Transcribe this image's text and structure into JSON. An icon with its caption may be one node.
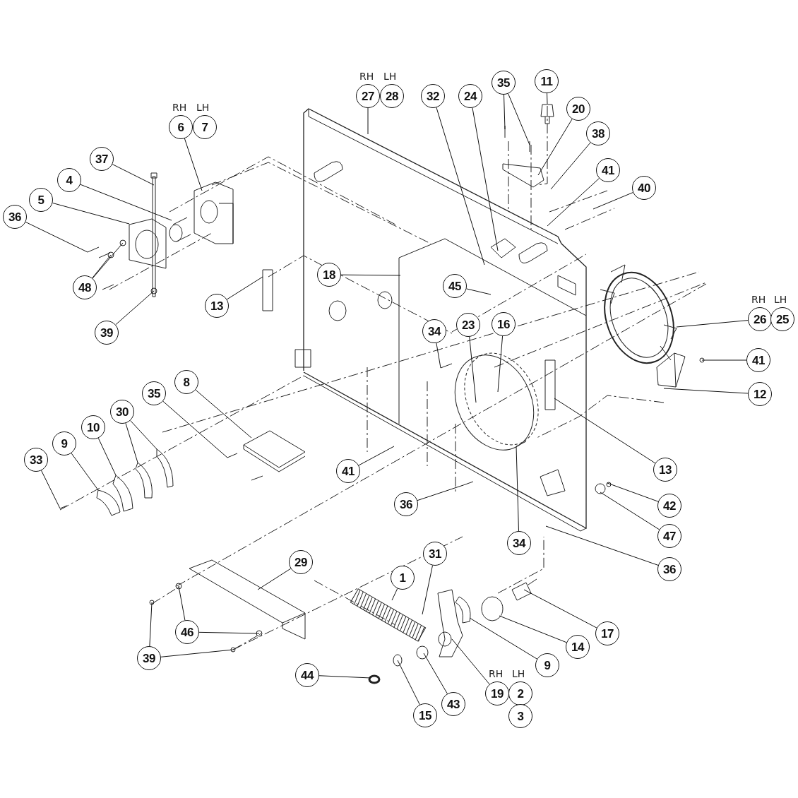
{
  "diagram": {
    "nodes": [
      {
        "text": [
          "11"
        ]
      },
      {
        "text": [
          "35"
        ]
      },
      {
        "text": [
          "27"
        ],
        "beside": [
          "RH"
        ]
      },
      {
        "text": [
          "28"
        ],
        "beside": [
          "LH"
        ]
      },
      {
        "text": [
          "32"
        ]
      },
      {
        "text": [
          "24"
        ]
      },
      {
        "text": [
          "20"
        ]
      },
      {
        "text": [
          "6"
        ],
        "beside": [
          "RH"
        ]
      },
      {
        "text": [
          "7"
        ],
        "beside": [
          "LH"
        ]
      },
      {
        "text": [
          "38"
        ]
      },
      {
        "text": [
          "37"
        ]
      },
      {
        "text": [
          "41"
        ]
      },
      {
        "text": [
          "4"
        ]
      },
      {
        "text": [
          "40"
        ]
      },
      {
        "text": [
          "5"
        ]
      },
      {
        "text": [
          "36"
        ]
      },
      {
        "text": [
          "18"
        ]
      },
      {
        "text": [
          "45"
        ]
      },
      {
        "text": [
          "48"
        ]
      },
      {
        "text": [
          "13"
        ]
      },
      {
        "text": [
          "26"
        ],
        "beside": [
          "RH"
        ]
      },
      {
        "text": [
          "25"
        ],
        "beside": [
          "LH"
        ]
      },
      {
        "text": [
          "16"
        ]
      },
      {
        "text": [
          "23"
        ]
      },
      {
        "text": [
          "34"
        ]
      },
      {
        "text": [
          "39"
        ]
      },
      {
        "text": [
          "41"
        ]
      },
      {
        "text": [
          "8"
        ]
      },
      {
        "text": [
          "35"
        ]
      },
      {
        "text": [
          "12"
        ]
      },
      {
        "text": [
          "30"
        ]
      },
      {
        "text": [
          "10"
        ]
      },
      {
        "text": [
          "9"
        ]
      },
      {
        "text": [
          "33"
        ]
      },
      {
        "text": [
          "13"
        ]
      },
      {
        "text": [
          "41"
        ]
      },
      {
        "text": [
          "36"
        ]
      },
      {
        "text": [
          "42"
        ]
      },
      {
        "text": [
          "47"
        ]
      },
      {
        "text": [
          "34"
        ]
      },
      {
        "text": [
          "31"
        ]
      },
      {
        "text": [
          "29"
        ]
      },
      {
        "text": [
          "36"
        ]
      },
      {
        "text": [
          "1"
        ]
      },
      {
        "text": [
          "46"
        ]
      },
      {
        "text": [
          "17"
        ]
      },
      {
        "text": [
          "14"
        ]
      },
      {
        "text": [
          "39"
        ]
      },
      {
        "text": [
          "9"
        ]
      },
      {
        "text": [
          "44"
        ]
      },
      {
        "text": [
          "19"
        ],
        "beside": [
          "RH"
        ]
      },
      {
        "text": [
          "2"
        ],
        "beside": [
          "LH"
        ]
      },
      {
        "text": [
          "43"
        ]
      },
      {
        "text": [
          "15"
        ]
      },
      {
        "text": [
          "3"
        ]
      }
    ],
    "edges": [
      {
        "from": 0,
        "to": null,
        "arrow": "none"
      },
      {
        "from": 1,
        "to": null,
        "arrow": "none"
      },
      {
        "from": 1,
        "to": null,
        "arrow": "none"
      },
      {
        "from": 2,
        "to": null,
        "arrow": "none"
      },
      {
        "from": 4,
        "to": null,
        "arrow": "none"
      },
      {
        "from": 5,
        "to": null,
        "arrow": "none"
      },
      {
        "from": 6,
        "to": null,
        "arrow": "none"
      },
      {
        "from": 7,
        "to": null,
        "arrow": "none"
      },
      {
        "from": 9,
        "to": null,
        "arrow": "none"
      },
      {
        "from": 10,
        "to": null,
        "arrow": "none"
      },
      {
        "from": 11,
        "to": null,
        "arrow": "none"
      },
      {
        "from": 12,
        "to": null,
        "arrow": "none"
      },
      {
        "from": 13,
        "to": null,
        "arrow": "none"
      },
      {
        "from": 14,
        "to": null,
        "arrow": "none"
      },
      {
        "from": 15,
        "to": null,
        "arrow": "none"
      },
      {
        "from": 16,
        "to": null,
        "arrow": "none"
      },
      {
        "from": 17,
        "to": null,
        "arrow": "none"
      },
      {
        "from": 18,
        "to": null,
        "arrow": "none"
      },
      {
        "from": 18,
        "to": null,
        "arrow": "none"
      },
      {
        "from": 19,
        "to": null,
        "arrow": "none"
      },
      {
        "from": 20,
        "to": null,
        "arrow": "none"
      },
      {
        "from": 22,
        "to": null,
        "arrow": "none"
      },
      {
        "from": 23,
        "to": null,
        "arrow": "none"
      },
      {
        "from": 24,
        "to": null,
        "arrow": "none"
      },
      {
        "from": 25,
        "to": null,
        "arrow": "none"
      },
      {
        "from": 26,
        "to": null,
        "arrow": "none"
      },
      {
        "from": 27,
        "to": null,
        "arrow": "none"
      },
      {
        "from": 28,
        "to": null,
        "arrow": "none"
      },
      {
        "from": 29,
        "to": null,
        "arrow": "none"
      },
      {
        "from": 30,
        "to": null,
        "arrow": "none"
      },
      {
        "from": 30,
        "to": null,
        "arrow": "none"
      },
      {
        "from": 31,
        "to": null,
        "arrow": "none"
      },
      {
        "from": 32,
        "to": null,
        "arrow": "none"
      },
      {
        "from": 33,
        "to": null,
        "arrow": "none"
      },
      {
        "from": 34,
        "to": null,
        "arrow": "none"
      },
      {
        "from": 35,
        "to": null,
        "arrow": "none"
      },
      {
        "from": 36,
        "to": null,
        "arrow": "none"
      },
      {
        "from": 37,
        "to": null,
        "arrow": "none"
      },
      {
        "from": 38,
        "to": null,
        "arrow": "none"
      },
      {
        "from": 39,
        "to": null,
        "arrow": "none"
      },
      {
        "from": 40,
        "to": null,
        "arrow": "none"
      },
      {
        "from": 41,
        "to": null,
        "arrow": "none"
      },
      {
        "from": 42,
        "to": null,
        "arrow": "none"
      },
      {
        "from": 43,
        "to": null,
        "arrow": "none"
      },
      {
        "from": 44,
        "to": null,
        "arrow": "none"
      },
      {
        "from": 44,
        "to": null,
        "arrow": "none"
      },
      {
        "from": 45,
        "to": null,
        "arrow": "none"
      },
      {
        "from": 46,
        "to": null,
        "arrow": "none"
      },
      {
        "from": 47,
        "to": null,
        "arrow": "none"
      },
      {
        "from": 47,
        "to": null,
        "arrow": "none"
      },
      {
        "from": 48,
        "to": null,
        "arrow": "none"
      },
      {
        "from": 49,
        "to": null,
        "arrow": "none"
      },
      {
        "from": 50,
        "to": null,
        "arrow": "none"
      },
      {
        "from": 52,
        "to": null,
        "arrow": "none"
      },
      {
        "from": 53,
        "to": null,
        "arrow": "none"
      }
    ]
  }
}
